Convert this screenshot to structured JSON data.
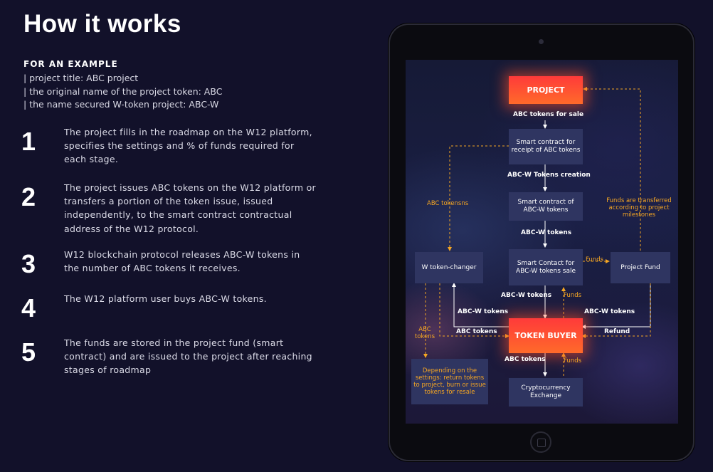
{
  "heading": "How it works",
  "example": {
    "label": "FOR AN EXAMPLE",
    "lines": [
      "| project title: ABC project",
      "| the original name of the project token: ABC",
      "| the name secured W-token project: ABC-W"
    ]
  },
  "steps": [
    {
      "num": "1",
      "text": "The project fills in the roadmap on the W12 platform, specifies the settings and % of funds required for each stage."
    },
    {
      "num": "2",
      "text": "The project issues ABC tokens on the W12 platform or transfers a portion of the token issue, issued independently, to the smart contract contractual address of the W12 protocol."
    },
    {
      "num": "3",
      "text": "W12 blockchain protocol releases ABC-W tokens in the number of ABC tokens it receives."
    },
    {
      "num": "4",
      "text": "The W12 platform user buys ABC-W tokens."
    },
    {
      "num": "5",
      "text": "The funds are stored in the project fund (smart contract) and are issued to the project after reaching stages of roadmap"
    }
  ],
  "diagram": {
    "colors": {
      "accent": "#f5a623",
      "hot": "#ff4a30",
      "box": "#2f3561"
    },
    "nodes": {
      "project": "PROJECT",
      "sc_receipt": "Smart contract for receipt of ABC tokens",
      "sc_abcw": "Smart contract of ABC-W tokens",
      "sc_sale": "Smart Contact for ABC-W tokens sale",
      "w_changer": "W token-changer",
      "project_fund": "Project Fund",
      "token_buyer": "TOKEN BUYER",
      "exchange": "Cryptocurrency Exchange",
      "settings_note": "Depending on the settings: return tokens to project, burn or issue tokens for resale"
    },
    "labels": {
      "abc_for_sale": "ABC tokens for sale",
      "abcw_creation": "ABC-W Tokens creation",
      "abcw_tokens_1": "ABC-W tokens",
      "abcw_tokens_2": "ABC-W tokens",
      "abcw_tokens_left": "ABC-W tokens",
      "abcw_tokens_right": "ABC-W tokens",
      "abc_tokens_left": "ABC tokens",
      "abc_tokens_bottom": "ABC tokens",
      "refund": "Refund",
      "abc_tokensns": "ABC tokensns",
      "abc_tokens_vertical": "ABC tokens",
      "funds_1": "Funds",
      "funds_2": "Funds",
      "funds_3": "Funds",
      "funds_transferred": "Funds are transferred according to project milestones"
    }
  }
}
